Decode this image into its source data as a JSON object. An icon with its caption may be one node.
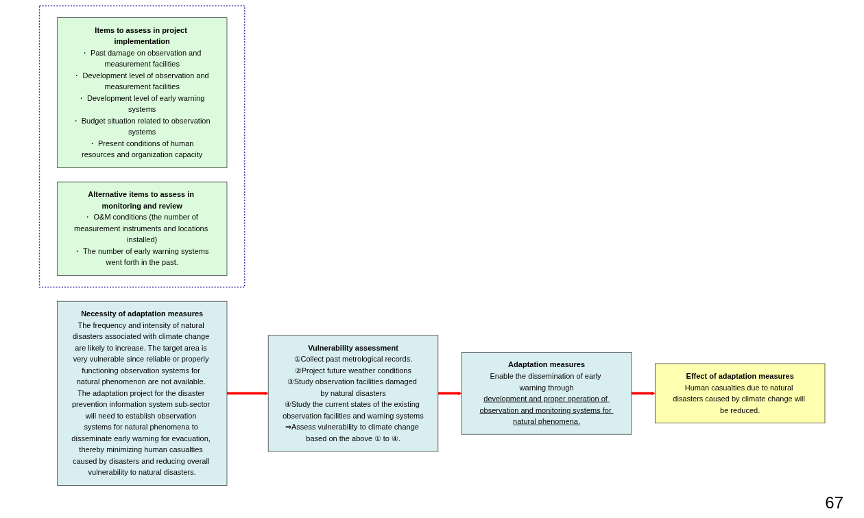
{
  "diagram": {
    "nodes": [
      {
        "text": [
          "Necessity of adaptation measures",
          "The frequency and intensity of natural disasters associated with climate change are likely to increase. The target area is very vulnerable since reliable or properly functioning observation systems for natural phenomenon are not available. The adaptation project for the disaster prevention information system sub-sector will need to establish observation systems for natural phenomena to disseminate early warning for evacuation, thereby minimizing human casualties caused by disasters and reducing overall vulnerability to natural disasters."
        ]
      },
      {
        "text": [
          "Vulnerability assessment",
          "①Collect past metrological records.",
          "②Project future weather conditions",
          "③Study observation facilities damaged by natural disasters",
          "④Study the current states of the existing observation facilities and warning systems",
          "⇒Assess vulnerability to climate change based on the above ① to ④."
        ]
      },
      {
        "text": [
          "Adaptation measures",
          "Enable the dissemination of early warning through",
          "development and proper operation of observation and monitoring systems for natural phenomena."
        ]
      },
      {
        "text": [],
        "shape": "box"
      },
      {
        "text": [
          "Items to assess in project implementation",
          "・ Past damage on observation and measurement facilities",
          "・ Development level of observation and measurement facilities",
          "・ Development level of early warning systems",
          "・ Budget situation related to observation systems",
          "・ Present conditions of human resources and organization capacity"
        ],
        "in": 3
      },
      {
        "text": [
          "Alternative items to assess in monitoring and review",
          "・ O&M conditions (the number of measurement instruments and locations installed)",
          "・ The number of early warning systems went forth in the past."
        ],
        "in": 3
      },
      {
        "text": [
          "Effect of adaptation measures",
          "Human casualties due to natural disasters caused by climate change will be reduced."
        ]
      }
    ],
    "edges": [
      {
        "from": 0,
        "to": 1,
        "arrow": "to"
      },
      {
        "from": 1,
        "to": 2,
        "arrow": "to"
      },
      {
        "from": 2,
        "to": 6,
        "arrow": "to"
      }
    ],
    "labels": [
      "67"
    ]
  }
}
